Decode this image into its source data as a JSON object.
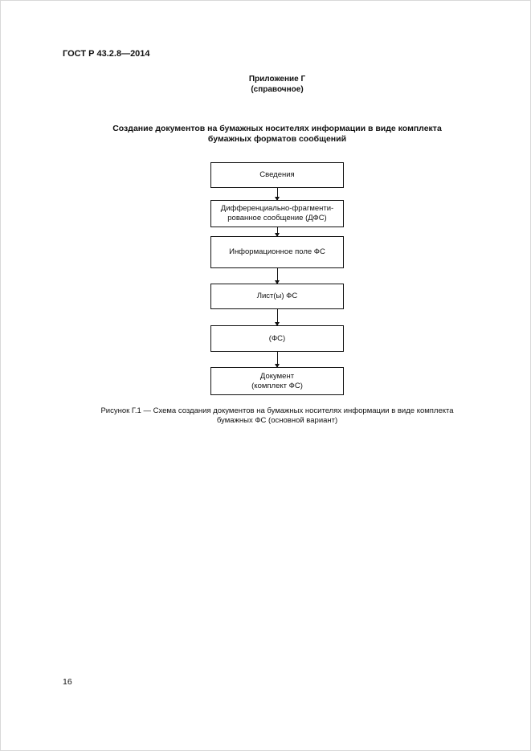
{
  "header": {
    "standard_number": "ГОСТ Р 43.2.8—2014"
  },
  "appendix": {
    "label": "Приложение Г",
    "type": "(справочное)"
  },
  "title": {
    "line1": "Создание документов на бумажных носителях информации в виде комплекта",
    "line2": "бумажных форматов сообщений"
  },
  "flowchart": {
    "nodes": [
      {
        "lines": [
          "Сведения"
        ]
      },
      {
        "lines": [
          "Дифференциально-фрагменти-",
          "рованное сообщение (ДФС)"
        ]
      },
      {
        "lines": [
          "Информационное поле ФС"
        ]
      },
      {
        "lines": [
          "Лист(ы) ФС"
        ]
      },
      {
        "lines": [
          "(ФС)"
        ]
      },
      {
        "lines": [
          "Документ",
          "(комплект  ФС)"
        ]
      }
    ]
  },
  "caption": {
    "line1": "Рисунок  Г.1 — Схема создания документов на бумажных носителях информации в виде комплекта",
    "line2": "бумажных ФС (основной вариант)"
  },
  "footer": {
    "page_number": "16"
  }
}
